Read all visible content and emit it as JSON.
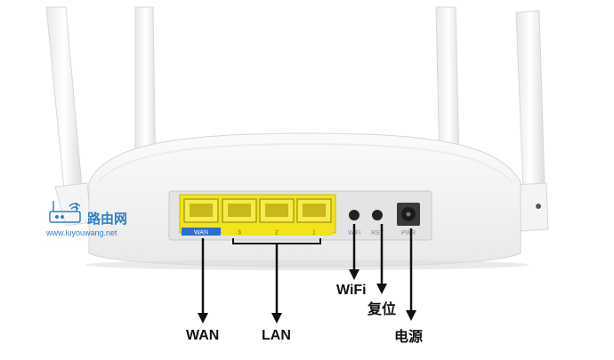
{
  "router": {
    "panel_labels": {
      "wan": "WAN",
      "lan_ports": [
        "3",
        "2",
        "1"
      ],
      "wifi": "WiFi",
      "rst": "RST",
      "pwr": "PWR"
    },
    "callouts": {
      "wan": "WAN",
      "lan": "LAN",
      "wifi": "WiFi",
      "reset": "复位",
      "power": "电源"
    }
  },
  "watermark": {
    "title": "路由网",
    "url": "www.luyouwang.net"
  },
  "colors": {
    "port_yellow": "#f2e31b",
    "wan_blue": "#2a6ed1",
    "watermark_blue": "#2f7ec8",
    "router_white": "#f3f3f3",
    "panel_gray": "#e6e6e6"
  },
  "icons": {
    "watermark_logo": "router-logo-icon"
  }
}
